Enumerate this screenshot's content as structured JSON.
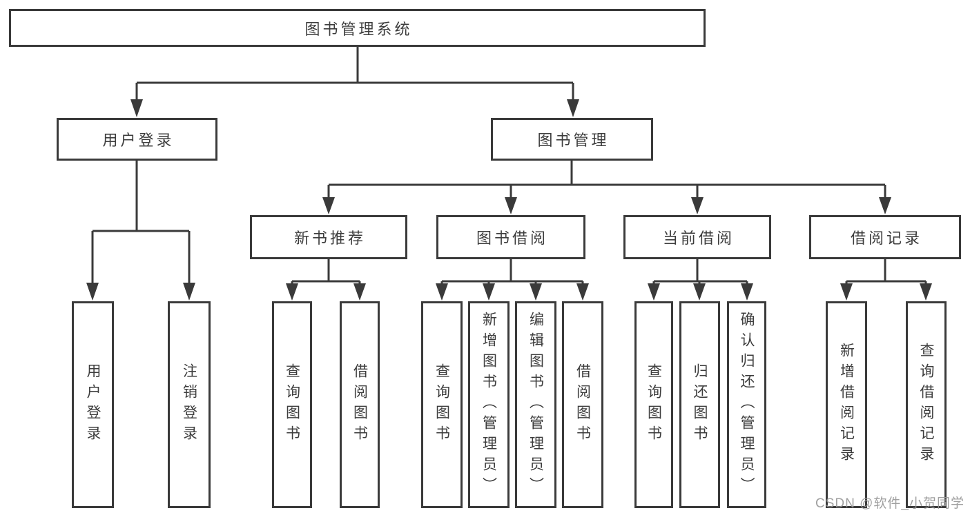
{
  "diagram": {
    "root": {
      "label": "图书管理系统"
    },
    "level2": {
      "user_login": {
        "label": "用户登录"
      },
      "book_management": {
        "label": "图书管理"
      }
    },
    "level3": {
      "new_book_recommend": {
        "label": "新书推荐"
      },
      "book_borrowing": {
        "label": "图书借阅"
      },
      "current_borrowing": {
        "label": "当前借阅"
      },
      "borrowing_records": {
        "label": "借阅记录"
      }
    },
    "level4": {
      "user_login_leaf": {
        "label": "用户登录"
      },
      "logout_leaf": {
        "label": "注销登录"
      },
      "recommend_query_books": {
        "label": "查询图书"
      },
      "recommend_borrow_books": {
        "label": "借阅图书"
      },
      "borrowing_query_books": {
        "label": "查询图书"
      },
      "borrowing_add_books": {
        "label": "新增图书（管理员）"
      },
      "borrowing_edit_books": {
        "label": "编辑图书（管理员）"
      },
      "borrowing_borrow_books": {
        "label": "借阅图书"
      },
      "current_query_books": {
        "label": "查询图书"
      },
      "current_return_books": {
        "label": "归还图书"
      },
      "current_confirm_return": {
        "label": "确认归还（管理员）"
      },
      "records_add_record": {
        "label": "新增借阅记录"
      },
      "records_query_record": {
        "label": "查询借阅记录"
      }
    },
    "edges": [
      [
        "图书管理系统",
        "用户登录"
      ],
      [
        "图书管理系统",
        "图书管理"
      ],
      [
        "用户登录",
        "用户登录"
      ],
      [
        "用户登录",
        "注销登录"
      ],
      [
        "图书管理",
        "新书推荐"
      ],
      [
        "图书管理",
        "图书借阅"
      ],
      [
        "图书管理",
        "当前借阅"
      ],
      [
        "图书管理",
        "借阅记录"
      ],
      [
        "新书推荐",
        "查询图书"
      ],
      [
        "新书推荐",
        "借阅图书"
      ],
      [
        "图书借阅",
        "查询图书"
      ],
      [
        "图书借阅",
        "新增图书（管理员）"
      ],
      [
        "图书借阅",
        "编辑图书（管理员）"
      ],
      [
        "图书借阅",
        "借阅图书"
      ],
      [
        "当前借阅",
        "查询图书"
      ],
      [
        "当前借阅",
        "归还图书"
      ],
      [
        "当前借阅",
        "确认归还（管理员）"
      ],
      [
        "借阅记录",
        "新增借阅记录"
      ],
      [
        "借阅记录",
        "查询借阅记录"
      ]
    ],
    "watermark": "CSDN @软件_小贺同学",
    "colors": {
      "line": "#3a3a3a",
      "box_border": "#3a3a3a",
      "box_fill": "#ffffff",
      "text": "#3d3d3d",
      "watermark": "#989898",
      "background": "#ffffff"
    }
  }
}
